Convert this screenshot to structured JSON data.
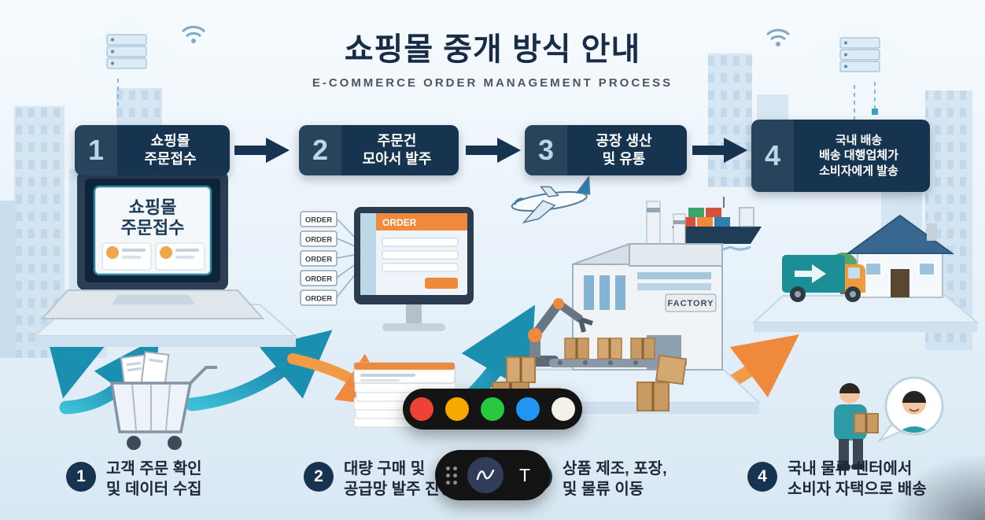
{
  "title": "쇼핑몰 중개 방식 안내",
  "subtitle": "E-COMMERCE ORDER MANAGEMENT PROCESS",
  "steps": [
    {
      "number": "1",
      "label": "쇼핑몰\n주문접수"
    },
    {
      "number": "2",
      "label": "주문건\n모아서 발주"
    },
    {
      "number": "3",
      "label": "공장 생산\n및 유통"
    },
    {
      "number": "4",
      "label": "국내 배송\n배송 대행업체가\n소비자에게 발송"
    }
  ],
  "footnotes": [
    {
      "number": "1",
      "text": "고객 주문 확인\n및 데이터 수집"
    },
    {
      "number": "2",
      "text": "대량 구매 및\n공급망 발주 진행"
    },
    {
      "number": "3",
      "text": "상품 제조, 포장,\n및 물류 이동"
    },
    {
      "number": "4",
      "text": "국내 물류 센터에서\n소비자 자택으로 배송"
    }
  ],
  "illustrations": {
    "laptop_screen_line1": "쇼핑몰",
    "laptop_screen_line2": "주문접수",
    "order_tags": [
      "ORDER",
      "ORDER",
      "ORDER",
      "ORDER",
      "ORDER"
    ],
    "order_form_title": "ORDER",
    "factory_sign": "FACTORY"
  },
  "annotation_toolbar": {
    "colors": [
      {
        "name": "red",
        "hex": "#ef4136"
      },
      {
        "name": "orange",
        "hex": "#f5a800"
      },
      {
        "name": "green",
        "hex": "#27c93f"
      },
      {
        "name": "blue",
        "hex": "#2196f3"
      },
      {
        "name": "white",
        "hex": "#f4f1e8"
      }
    ],
    "tools": [
      {
        "name": "drag-handle",
        "label": ""
      },
      {
        "name": "pen",
        "label": ""
      },
      {
        "name": "text",
        "label": "T"
      }
    ]
  },
  "theme": {
    "navy": "#16344f",
    "teal": "#1b8fb0",
    "orange": "#ef8a3c",
    "background": "#e9f3fa"
  }
}
